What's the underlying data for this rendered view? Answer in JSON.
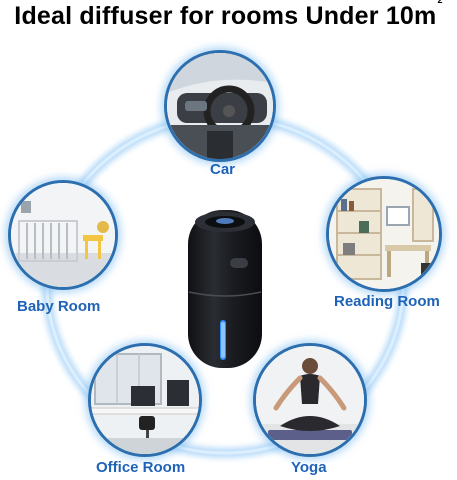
{
  "title": {
    "text": "Ideal diffuser for rooms Under 10m",
    "superscript": "2"
  },
  "labels": {
    "car": "Car",
    "baby_room": "Baby Room",
    "reading_room": "Reading Room",
    "office_room": "Office Room",
    "yoga": "Yoga"
  },
  "colors": {
    "label": "#1f63b8",
    "bubble_border": "#2d6fae",
    "glow": "#9fd0f5",
    "device_body": "#1b1d22",
    "device_light": "#2f8dff"
  },
  "icons": [
    "car-interior-photo",
    "baby-room-photo",
    "reading-room-photo",
    "office-room-photo",
    "yoga-photo",
    "diffuser-photo"
  ]
}
